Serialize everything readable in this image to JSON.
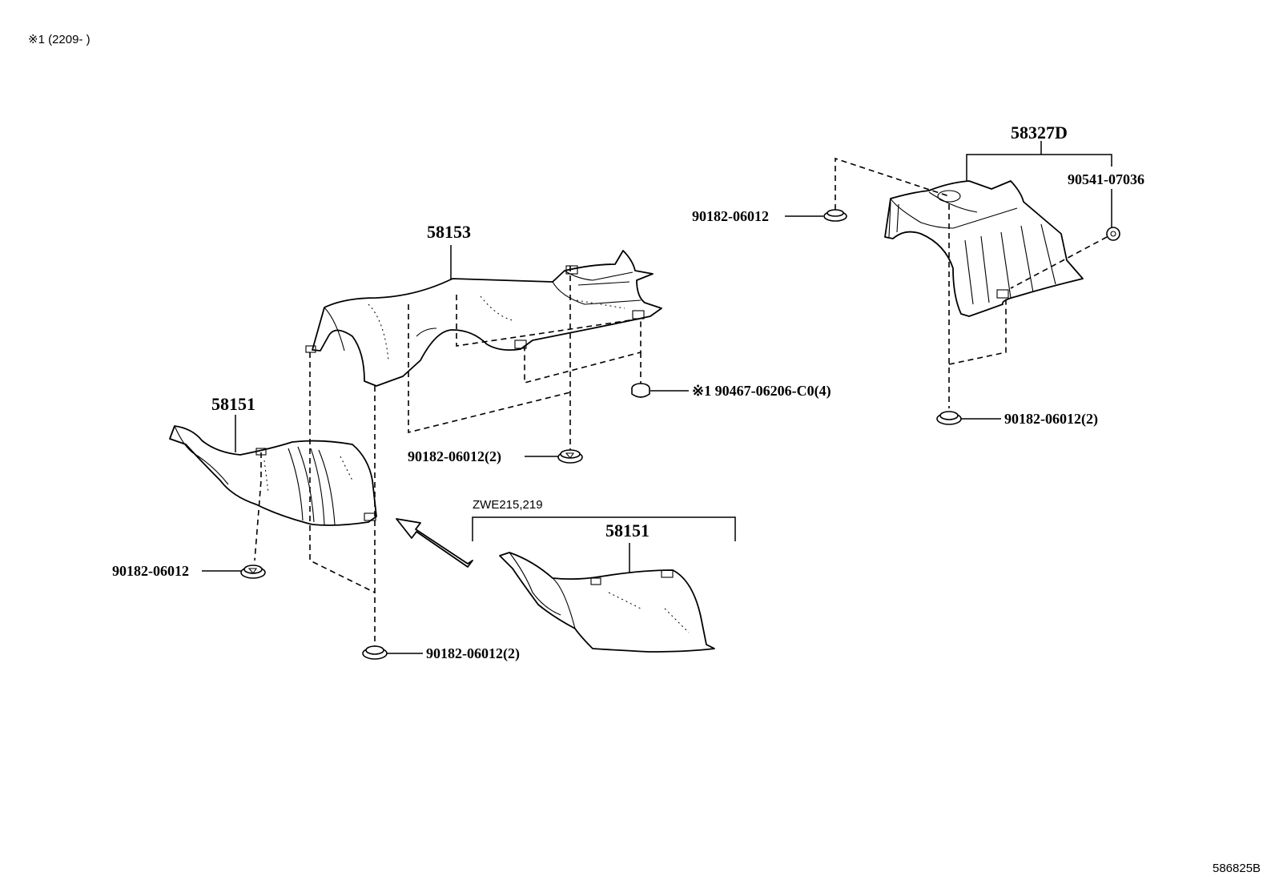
{
  "header_note": "※1 (2209-      )",
  "figure_id": "586825B",
  "variant_label": "ZWE215,219",
  "callouts": {
    "c58153": "58153",
    "c58327d": "58327D",
    "c58151_main": "58151",
    "c58151_alt": "58151",
    "c90541": "90541-07036",
    "c90182_top": "90182-06012",
    "c90467": "※1 90467-06206-C0(4)",
    "c90182_mid": "90182-06012(2)",
    "c90182_right": "90182-06012(2)",
    "c90182_left": "90182-06012",
    "c90182_bottom": "90182-06012(2)"
  }
}
